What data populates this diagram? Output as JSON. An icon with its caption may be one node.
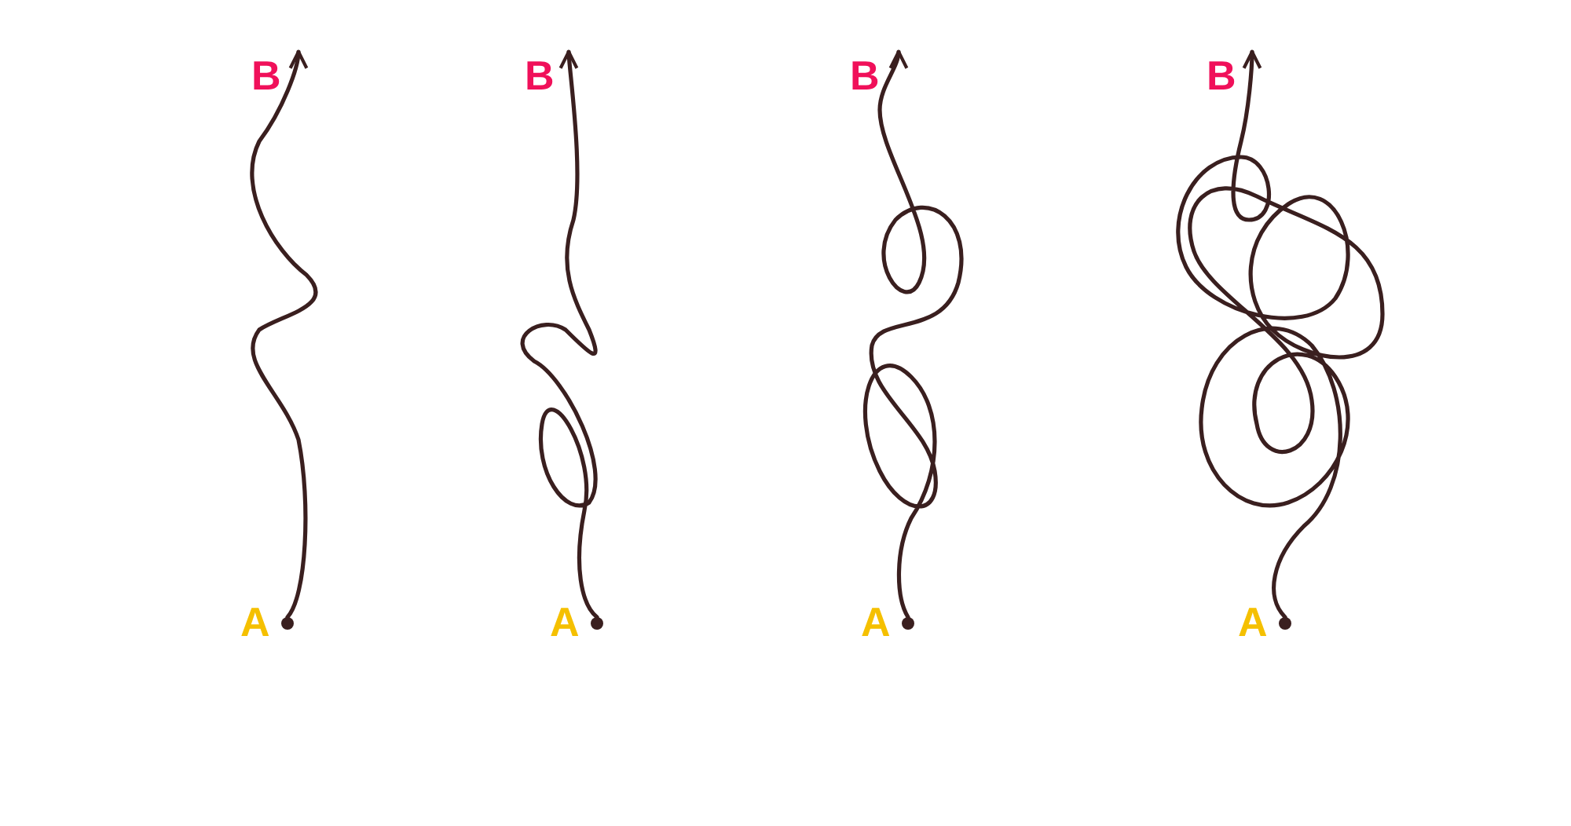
{
  "diagram": {
    "nodes": [
      {
        "text": [
          "B"
        ]
      },
      {
        "text": [
          "B"
        ]
      },
      {
        "text": [
          "B"
        ]
      },
      {
        "text": [
          "B"
        ]
      },
      {
        "text": [],
        "shape": "circle",
        "beside": [
          "A"
        ]
      },
      {
        "text": [],
        "shape": "circle",
        "beside": [
          "A"
        ]
      },
      {
        "text": [],
        "shape": "circle",
        "beside": [
          "A"
        ]
      },
      {
        "text": [],
        "shape": "circle",
        "beside": [
          "A"
        ]
      }
    ],
    "edges": [
      {
        "from": 4,
        "to": 0,
        "arrow": "to"
      },
      {
        "from": 5,
        "to": 1,
        "arrow": "to"
      },
      {
        "from": 6,
        "to": 2,
        "arrow": "to"
      },
      {
        "from": 7,
        "to": 3,
        "arrow": "to"
      }
    ]
  }
}
